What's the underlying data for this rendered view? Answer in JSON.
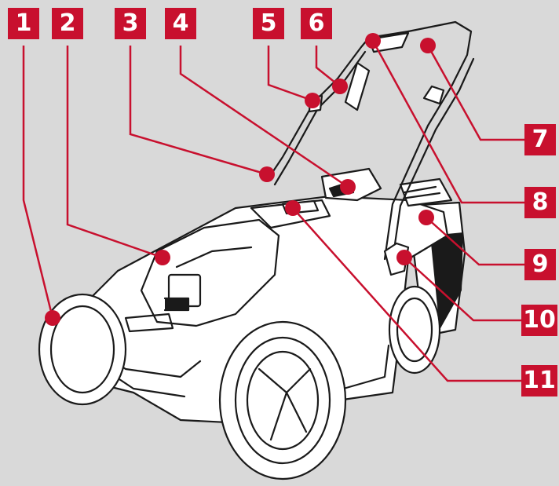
{
  "diagram": {
    "subject": "lawn-mower",
    "accent_color": "#c8102e",
    "background_color": "#d9d9d9",
    "labels": [
      "1",
      "2",
      "3",
      "4",
      "5",
      "6",
      "7",
      "8",
      "9",
      "10",
      "11"
    ]
  }
}
